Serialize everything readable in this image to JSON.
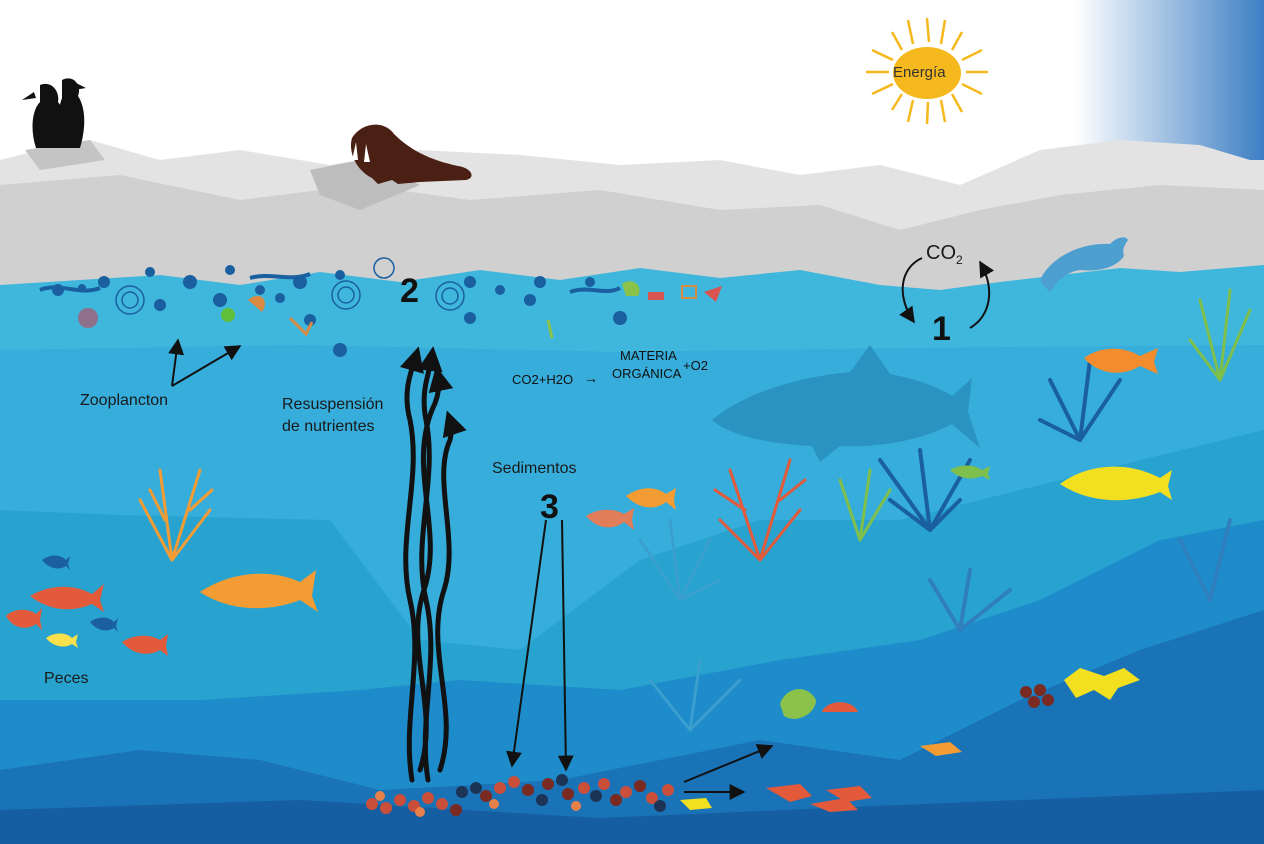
{
  "energy": {
    "label": "Energía"
  },
  "co2": {
    "base": "CO",
    "sub": "2"
  },
  "markers": {
    "one": "1",
    "two": "2",
    "three": "3"
  },
  "equation": {
    "reactants": "CO2+H2O",
    "arrow": "→",
    "product_line1": "MATERIA",
    "product_line2": "ORGÁNICA",
    "plus_o2": "+O2"
  },
  "labels": {
    "zooplankton": "Zooplancton",
    "resuspension_line1": "Resuspensión",
    "resuspension_line2": "de nutrientes",
    "sediments": "Sedimentos",
    "fish": "Peces"
  },
  "colors": {
    "sky": "#ffffff",
    "ice": "#d9d9d9",
    "surface_water": "#3fb6dc",
    "mid_water": "#28a3cf",
    "deep_water": "#1e7cbf",
    "seafloor": "#1a64a8",
    "sun": "#f6b91d",
    "silhouette": "#111111",
    "walrus": "#4a1f14",
    "shark": "#2a93c1"
  }
}
